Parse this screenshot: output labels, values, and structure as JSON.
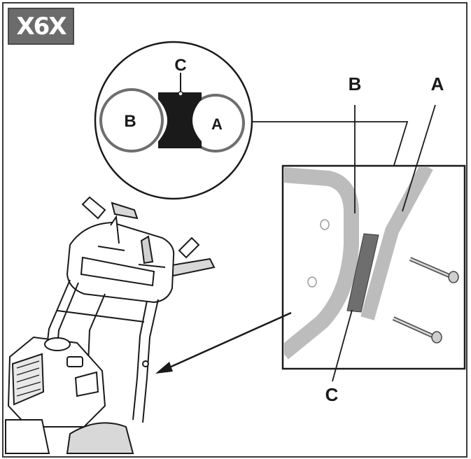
{
  "badge": {
    "text": "X6X"
  },
  "detail_callout": {
    "label_top": "C",
    "label_left": "B",
    "label_right": "A"
  },
  "inset": {
    "label_b": "B",
    "label_a": "A",
    "label_c": "C"
  },
  "colors": {
    "frame": "#3a3a3a",
    "badge_bg": "#6b6b6b",
    "profile_gray": "#b8b8b8",
    "strip_dark": "#6e6e6e",
    "line": "#1a1a1a"
  }
}
